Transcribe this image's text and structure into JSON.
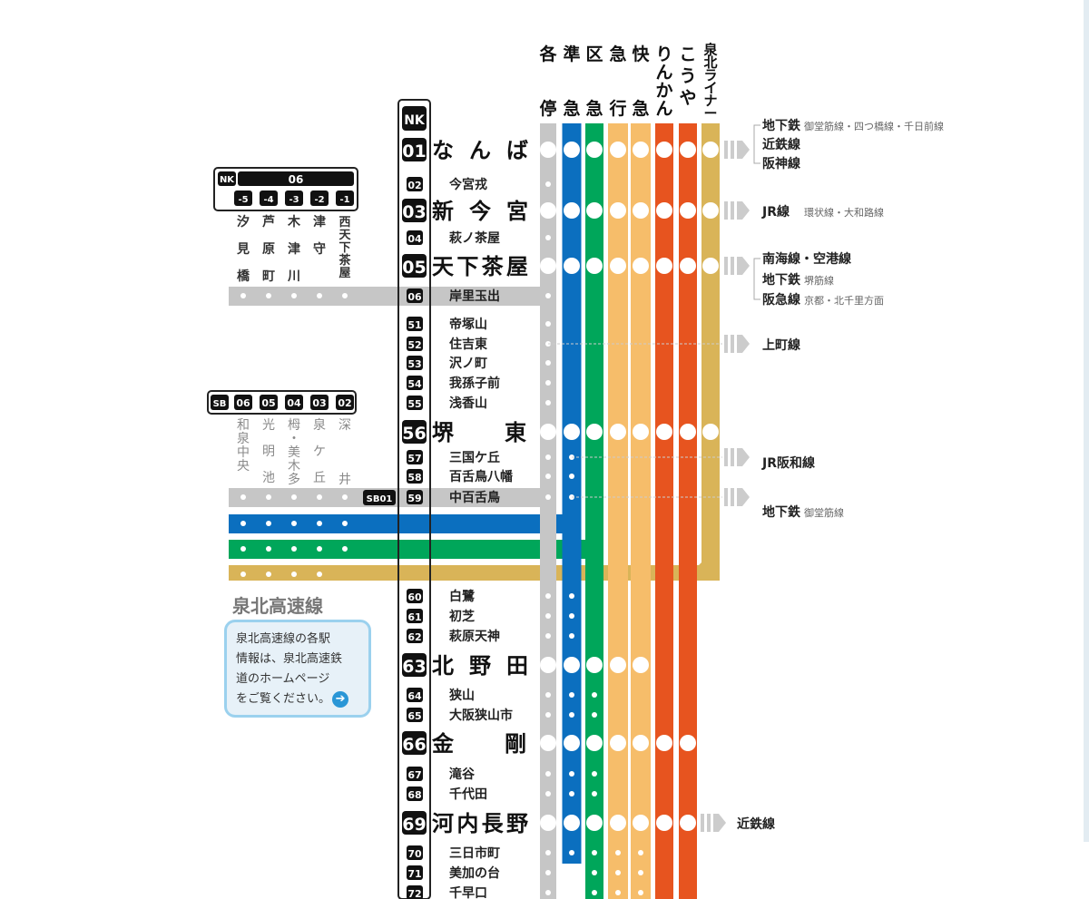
{
  "colors": {
    "local": "#c6c6c6",
    "semi_express": "#0b6fbf",
    "sub_express": "#00a65a",
    "express": "#f6bd6a",
    "rapid_express": "#f6bd6a",
    "rinkan": "#e7541f",
    "koya": "#e7541f",
    "senboku_liner": "#d9b458"
  },
  "header": {
    "nk_code": "NK",
    "service_columns": [
      {
        "id": "local",
        "label": "各停"
      },
      {
        "id": "semi_express",
        "label": "準急"
      },
      {
        "id": "sub_express",
        "label": "区急"
      },
      {
        "id": "express",
        "label": "急行"
      },
      {
        "id": "rapid_express",
        "label": "快急"
      },
      {
        "id": "rinkan",
        "label": "りんかん"
      },
      {
        "id": "koya",
        "label": "こうや"
      },
      {
        "id": "senboku_liner",
        "label": "泉北ライナー"
      }
    ]
  },
  "stations": [
    {
      "num": "01",
      "name": "なんば",
      "major": true,
      "stops": [
        1,
        1,
        1,
        1,
        1,
        1,
        1,
        1
      ]
    },
    {
      "num": "02",
      "name": "今宮戎",
      "major": false,
      "stops": [
        1,
        0,
        0,
        0,
        0,
        0,
        0,
        0
      ]
    },
    {
      "num": "03",
      "name": "新今宮",
      "major": true,
      "stops": [
        1,
        1,
        1,
        1,
        1,
        1,
        1,
        1
      ]
    },
    {
      "num": "04",
      "name": "萩ノ茶屋",
      "major": false,
      "stops": [
        1,
        0,
        0,
        0,
        0,
        0,
        0,
        0
      ]
    },
    {
      "num": "05",
      "name": "天下茶屋",
      "major": true,
      "stops": [
        1,
        1,
        1,
        1,
        1,
        1,
        1,
        1
      ]
    },
    {
      "num": "06",
      "name": "岸里玉出",
      "major": false,
      "stops": [
        1,
        0,
        0,
        0,
        0,
        0,
        0,
        0
      ]
    },
    {
      "num": "51",
      "name": "帝塚山",
      "major": false,
      "stops": [
        1,
        0,
        0,
        0,
        0,
        0,
        0,
        0
      ]
    },
    {
      "num": "52",
      "name": "住吉東",
      "major": false,
      "stops": [
        1,
        0,
        0,
        0,
        0,
        0,
        0,
        0
      ]
    },
    {
      "num": "53",
      "name": "沢ノ町",
      "major": false,
      "stops": [
        1,
        0,
        0,
        0,
        0,
        0,
        0,
        0
      ]
    },
    {
      "num": "54",
      "name": "我孫子前",
      "major": false,
      "stops": [
        1,
        0,
        0,
        0,
        0,
        0,
        0,
        0
      ]
    },
    {
      "num": "55",
      "name": "浅香山",
      "major": false,
      "stops": [
        1,
        0,
        0,
        0,
        0,
        0,
        0,
        0
      ]
    },
    {
      "num": "56",
      "name": "堺東",
      "major": true,
      "stops": [
        1,
        1,
        1,
        1,
        1,
        1,
        1,
        1
      ]
    },
    {
      "num": "57",
      "name": "三国ケ丘",
      "major": false,
      "stops": [
        1,
        1,
        0,
        0,
        0,
        0,
        0,
        0
      ]
    },
    {
      "num": "58",
      "name": "百舌鳥八幡",
      "major": false,
      "stops": [
        1,
        1,
        0,
        0,
        0,
        0,
        0,
        0
      ]
    },
    {
      "num": "59",
      "name": "中百舌鳥",
      "major": false,
      "stops": [
        1,
        1,
        0,
        0,
        0,
        0,
        0,
        0
      ]
    },
    {
      "num": "60",
      "name": "白鷺",
      "major": false,
      "stops": [
        1,
        1,
        0,
        0,
        0,
        0,
        0,
        0
      ]
    },
    {
      "num": "61",
      "name": "初芝",
      "major": false,
      "stops": [
        1,
        1,
        0,
        0,
        0,
        0,
        0,
        0
      ]
    },
    {
      "num": "62",
      "name": "萩原天神",
      "major": false,
      "stops": [
        1,
        1,
        0,
        0,
        0,
        0,
        0,
        0
      ]
    },
    {
      "num": "63",
      "name": "北野田",
      "major": true,
      "stops": [
        1,
        1,
        1,
        1,
        1,
        0,
        0,
        0
      ]
    },
    {
      "num": "64",
      "name": "狭山",
      "major": false,
      "stops": [
        1,
        1,
        1,
        0,
        0,
        0,
        0,
        0
      ]
    },
    {
      "num": "65",
      "name": "大阪狭山市",
      "major": false,
      "stops": [
        1,
        1,
        1,
        0,
        0,
        0,
        0,
        0
      ]
    },
    {
      "num": "66",
      "name": "金剛",
      "major": true,
      "stops": [
        1,
        1,
        1,
        1,
        1,
        1,
        1,
        0
      ]
    },
    {
      "num": "67",
      "name": "滝谷",
      "major": false,
      "stops": [
        1,
        1,
        1,
        0,
        0,
        0,
        0,
        0
      ]
    },
    {
      "num": "68",
      "name": "千代田",
      "major": false,
      "stops": [
        1,
        1,
        1,
        0,
        0,
        0,
        0,
        0
      ]
    },
    {
      "num": "69",
      "name": "河内長野",
      "major": true,
      "stops": [
        1,
        1,
        1,
        1,
        1,
        1,
        1,
        0
      ]
    },
    {
      "num": "70",
      "name": "三日市町",
      "major": false,
      "stops": [
        1,
        1,
        1,
        1,
        1,
        0,
        0,
        0
      ]
    },
    {
      "num": "71",
      "name": "美加の台",
      "major": false,
      "stops": [
        1,
        0,
        1,
        1,
        1,
        0,
        0,
        0
      ]
    },
    {
      "num": "72",
      "name": "千早口",
      "major": false,
      "stops": [
        1,
        0,
        1,
        1,
        1,
        0,
        0,
        0
      ]
    }
  ],
  "transfers": [
    {
      "at": "01",
      "lines": [
        {
          "name": "地下鉄",
          "detail": "御堂筋線・四つ橋線・千日前線"
        },
        {
          "name": "近鉄線",
          "detail": ""
        },
        {
          "name": "阪神線",
          "detail": ""
        }
      ]
    },
    {
      "at": "03",
      "lines": [
        {
          "name": "JR線",
          "detail": "環状線・大和路線"
        }
      ]
    },
    {
      "at": "05",
      "lines": [
        {
          "name": "南海線・空港線",
          "detail": ""
        },
        {
          "name": "地下鉄",
          "detail": "堺筋線"
        },
        {
          "name": "阪急線",
          "detail": "京都・北千里方面"
        }
      ]
    },
    {
      "at": "52",
      "lines": [
        {
          "name": "上町線",
          "detail": ""
        }
      ]
    },
    {
      "at": "57",
      "lines": [
        {
          "name": "JR阪和線",
          "detail": ""
        }
      ]
    },
    {
      "at": "59",
      "lines": [
        {
          "name": "地下鉄",
          "detail": "御堂筋線"
        }
      ]
    },
    {
      "at": "69",
      "lines": [
        {
          "name": "近鉄線",
          "detail": ""
        }
      ]
    }
  ],
  "branch_nk": {
    "code": "NK",
    "parent": "06",
    "nums": [
      "-5",
      "-4",
      "-3",
      "-2",
      "-1"
    ],
    "names": [
      "汐見橋",
      "芦原町",
      "木津川",
      "津守",
      "西天下茶屋"
    ]
  },
  "branch_sb": {
    "code": "SB",
    "nums": [
      "06",
      "05",
      "04",
      "03",
      "02"
    ],
    "names": [
      "和泉中央",
      "光明池",
      "栂・美木多",
      "泉ケ丘",
      "深井"
    ],
    "junction_code": "SB01"
  },
  "senboku": {
    "title": "泉北高速線",
    "info_lines": [
      "泉北高速線の各駅",
      "情報は、泉北高速鉄",
      "道のホームページ",
      "をご覧ください。"
    ]
  }
}
